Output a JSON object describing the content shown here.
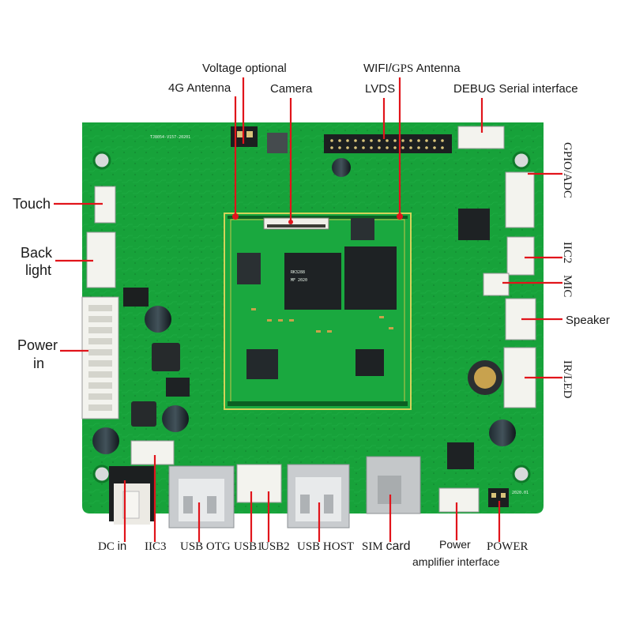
{
  "labels": {
    "voltage_optional": "Voltage optional",
    "antenna_4g": "4G Antenna",
    "camera": "Camera",
    "wifi_gps_antenna_a": "WIFI/",
    "wifi_gps_antenna_b": "GPS",
    "wifi_gps_antenna_c": " Antenna",
    "lvds": "LVDS",
    "debug_a": "DEBUG",
    "debug_b": " Serial interface",
    "gpio_adc": "GPIO/ADC",
    "touch": "Touch",
    "back_light_1": "Back",
    "back_light_2": "light",
    "iic2": "IIC2",
    "mic": "MIC",
    "speaker": "Speaker",
    "power_in_1": "Power",
    "power_in_2": "in",
    "ir_led": "IR/LED",
    "dc_in_a": "DC ",
    "dc_in_b": "in",
    "iic3": "IIC3",
    "usb_otg": "USB OTG",
    "usb1": "USB1",
    "usb2": "USB2",
    "usb_host": "USB HOST",
    "sim_card_a": "SIM ",
    "sim_card_b": "card",
    "power_amp_1": "Power",
    "power_amp_2": "amplifier interface",
    "power_button": "POWER"
  },
  "colors": {
    "pcb": "#17a23a",
    "pcb_dark": "#0f7a2a",
    "leader": "#e1141b",
    "connector": "#f3f3ee",
    "metal": "#c9cccf",
    "chip": "#1e2224"
  },
  "board": {
    "silkscreen_top": "TJ8054-V157-20201",
    "silkscreen_rev": "2020.01",
    "chip_mark_1": "RK3288",
    "chip_mark_2": "MF 2020"
  }
}
